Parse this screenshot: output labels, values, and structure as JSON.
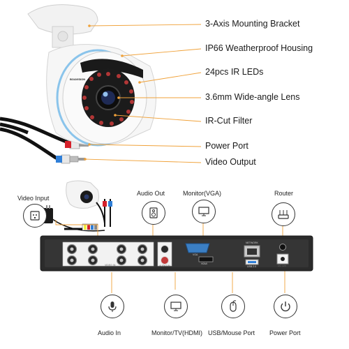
{
  "camera": {
    "brand": "BOAVISION",
    "features": [
      "3-Axis Mounting Bracket",
      "IP66 Weatherproof Housing",
      "24pcs IR LEDs",
      "3.6mm Wide-angle Lens",
      "IR-Cut Filter",
      "Power Port",
      "Video Output"
    ]
  },
  "dvr": {
    "ports": {
      "video_input": "Video Input",
      "audio_out": "Audio Out",
      "monitor_vga": "Monitor(VGA)",
      "router": "Router",
      "audio_in": "Audio In",
      "monitor_hdmi": "Monitor/TV(HDMI)",
      "usb_mouse": "USB/Mouse Port",
      "power_port": "Power Port"
    },
    "panel_marks": {
      "video_in": "VIDEO IN",
      "audio_in": "AUDIO IN",
      "vga": "VGA",
      "hdmi": "HDMI",
      "network": "NETWORK",
      "usb": "USB 2.0",
      "dc": "DC 12V"
    }
  },
  "colors": {
    "accent_orange": "#f0a23a",
    "panel_dark": "#2b2b2b",
    "connector_silver": "#c8c8c8",
    "leader_line": "#f0a23a"
  }
}
